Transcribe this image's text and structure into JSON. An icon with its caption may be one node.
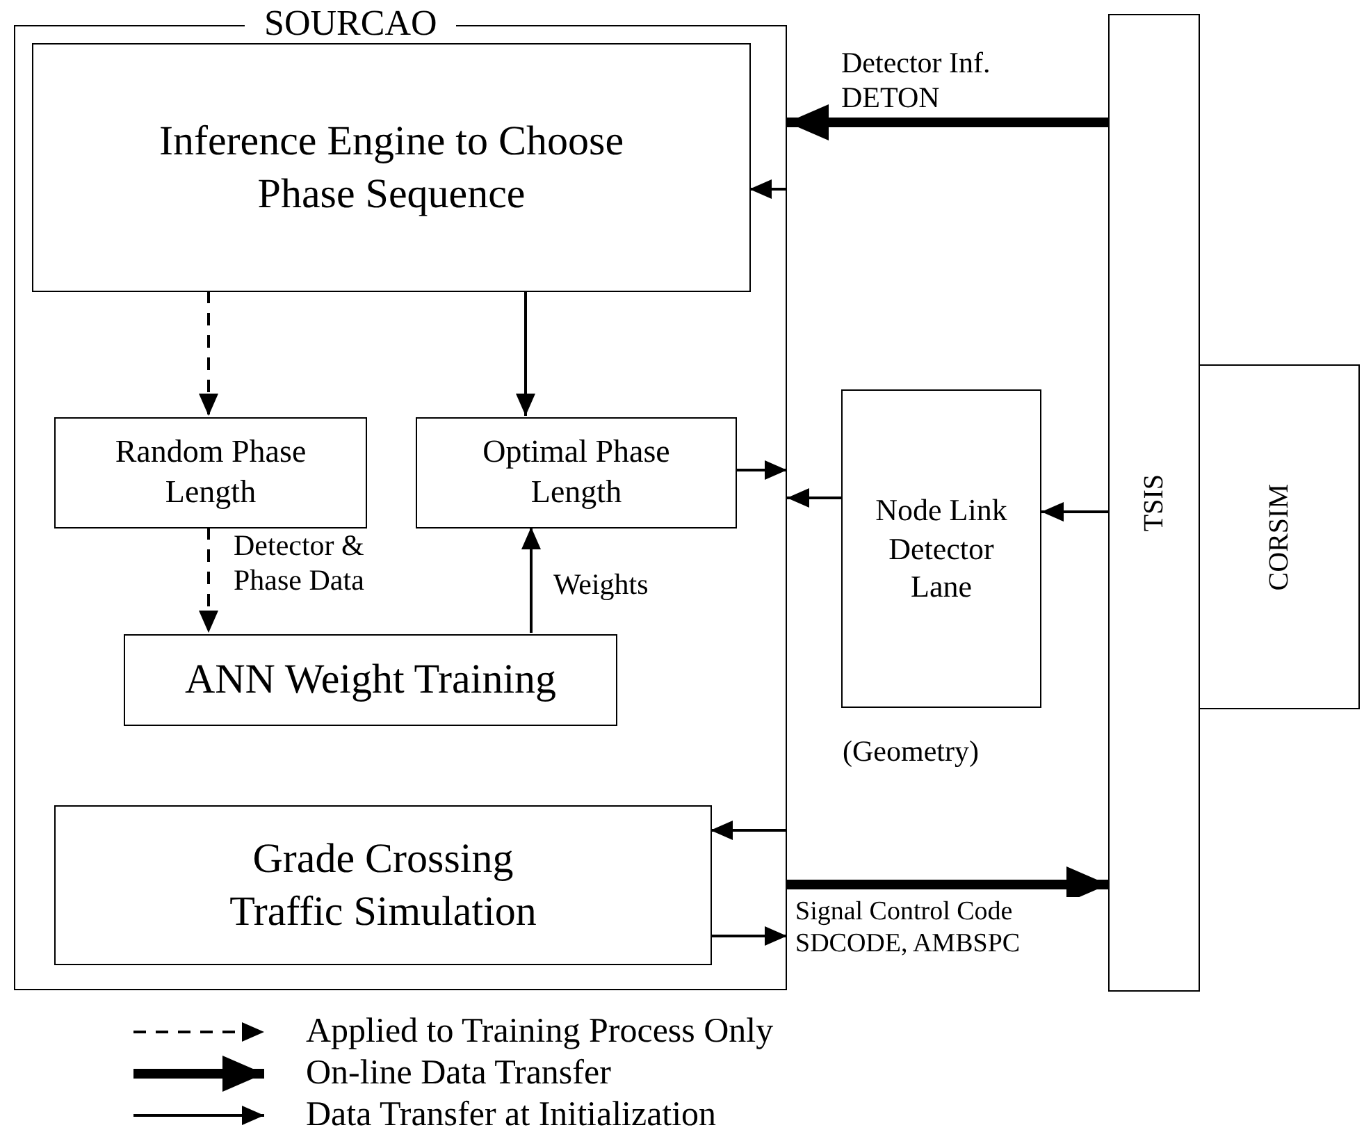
{
  "diagram": {
    "nodes": [
      {
        "text": [
          "SOURCAO"
        ]
      },
      {
        "text": [
          "Inference Engine to Choose Phase Sequence"
        ],
        "in": 0
      },
      {
        "text": [
          "Random Phase Length"
        ],
        "in": 0
      },
      {
        "text": [
          "Optimal Phase Length"
        ],
        "in": 0
      },
      {
        "text": [
          "ANN Weight Training"
        ],
        "in": 0
      },
      {
        "text": [
          "Grade Crossing Traffic Simulation"
        ],
        "in": 0
      },
      {
        "text": [
          "Node Link Detector Lane"
        ],
        "beside": [
          "(Geometry)"
        ]
      },
      {
        "text": [
          "TSIS"
        ]
      },
      {
        "text": [
          "CORSIM"
        ]
      }
    ],
    "edges": [
      {
        "from": 7,
        "to": 0,
        "arrow": "to",
        "label": "Detector Inf. DETON",
        "style": "thick"
      },
      {
        "from": 0,
        "to": 1,
        "arrow": "to"
      },
      {
        "from": 1,
        "to": 2,
        "arrow": "to",
        "style": "dashed"
      },
      {
        "from": 1,
        "to": 3,
        "arrow": "to"
      },
      {
        "from": 2,
        "to": 4,
        "arrow": "to",
        "style": "dashed",
        "label": "Detector & Phase Data"
      },
      {
        "from": 4,
        "to": 3,
        "arrow": "to",
        "label": "Weights"
      },
      {
        "from": 3,
        "to": 0,
        "arrow": "to"
      },
      {
        "from": 6,
        "to": 0,
        "arrow": "to"
      },
      {
        "from": 7,
        "to": 6,
        "arrow": "to"
      },
      {
        "from": 0,
        "to": 5,
        "arrow": "to"
      },
      {
        "from": 5,
        "to": 0,
        "arrow": "to"
      },
      {
        "from": 0,
        "to": 7,
        "arrow": "to",
        "label": "Signal Control Code SDCODE, AMBSPC",
        "style": "thick"
      }
    ],
    "legend": [
      {
        "text": "Applied to Training Process Only"
      },
      {
        "text": "On-line Data Transfer"
      },
      {
        "text": "Data Transfer at Initialization"
      }
    ]
  }
}
